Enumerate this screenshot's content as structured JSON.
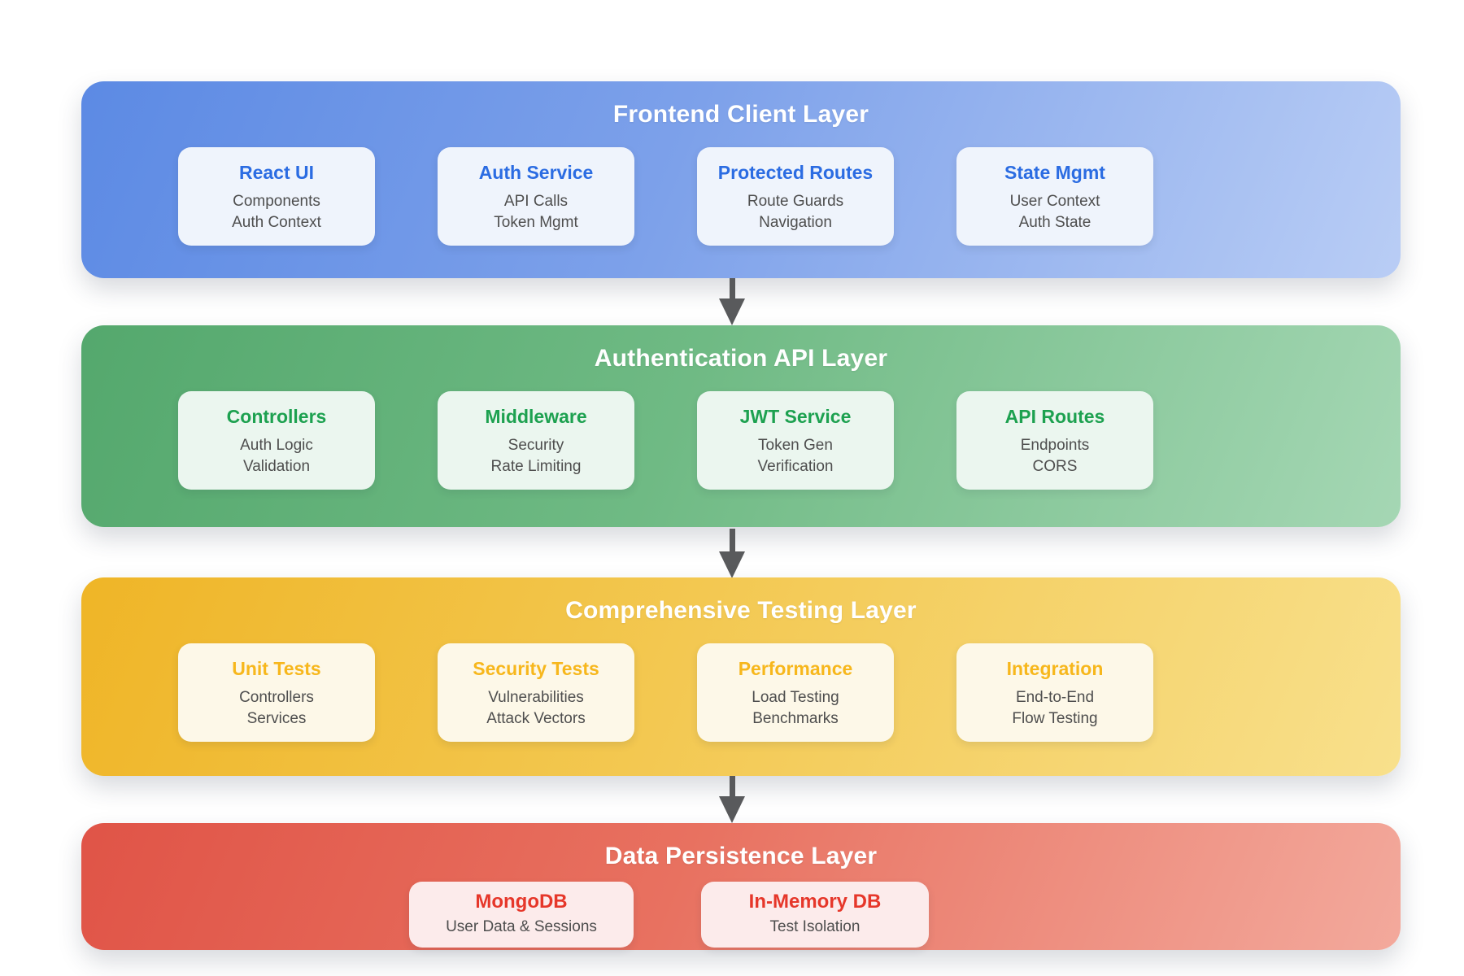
{
  "colors": {
    "frontend_gradient": [
      "#5c8ae4",
      "#b9cdf5"
    ],
    "api_gradient": [
      "#54a86d",
      "#a5d7b4"
    ],
    "testing_gradient": [
      "#efb527",
      "#f8e08c"
    ],
    "data_gradient": [
      "#e05447",
      "#f3a99c"
    ],
    "frontend_accent": "#2b6ce2",
    "api_accent": "#1da150",
    "testing_accent": "#f7b71c",
    "data_accent": "#e6372a",
    "header_text": "#ffffff",
    "subtitle_text": "#4e4e4e",
    "arrow": "#595a5c"
  },
  "layers": [
    {
      "title": "Frontend Client Layer",
      "cards": [
        {
          "title": "React UI",
          "lines": [
            "Components",
            "Auth Context"
          ]
        },
        {
          "title": "Auth Service",
          "lines": [
            "API Calls",
            "Token Mgmt"
          ]
        },
        {
          "title": "Protected Routes",
          "lines": [
            "Route Guards",
            "Navigation"
          ]
        },
        {
          "title": "State Mgmt",
          "lines": [
            "User Context",
            "Auth State"
          ]
        }
      ]
    },
    {
      "title": "Authentication API Layer",
      "cards": [
        {
          "title": "Controllers",
          "lines": [
            "Auth Logic",
            "Validation"
          ]
        },
        {
          "title": "Middleware",
          "lines": [
            "Security",
            "Rate Limiting"
          ]
        },
        {
          "title": "JWT Service",
          "lines": [
            "Token Gen",
            "Verification"
          ]
        },
        {
          "title": "API Routes",
          "lines": [
            "Endpoints",
            "CORS"
          ]
        }
      ]
    },
    {
      "title": "Comprehensive Testing Layer",
      "cards": [
        {
          "title": "Unit Tests",
          "lines": [
            "Controllers",
            "Services"
          ]
        },
        {
          "title": "Security Tests",
          "lines": [
            "Vulnerabilities",
            "Attack Vectors"
          ]
        },
        {
          "title": "Performance",
          "lines": [
            "Load Testing",
            "Benchmarks"
          ]
        },
        {
          "title": "Integration",
          "lines": [
            "End-to-End",
            "Flow Testing"
          ]
        }
      ]
    },
    {
      "title": "Data Persistence Layer",
      "cards": [
        {
          "title": "MongoDB",
          "lines": [
            "User Data & Sessions"
          ]
        },
        {
          "title": "In-Memory DB",
          "lines": [
            "Test Isolation"
          ]
        }
      ]
    }
  ]
}
